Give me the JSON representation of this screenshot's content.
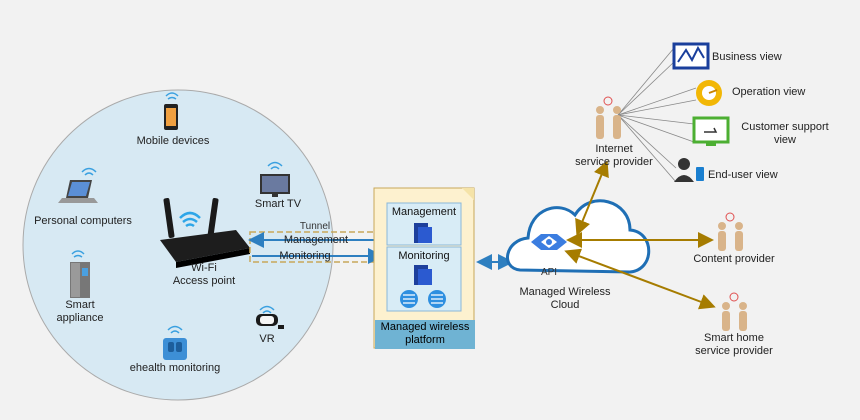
{
  "devices": {
    "mobile": "Mobile devices",
    "smart_tv": "Smart TV",
    "personal_computers": "Personal computers",
    "wifi_ap_line1": "Wi-Fi",
    "wifi_ap_line2": "Access point",
    "smart_appliance_line1": "Smart",
    "smart_appliance_line2": "appliance",
    "vr": "VR",
    "ehealth": "ehealth monitoring"
  },
  "links": {
    "tunnel": "Tunnel",
    "management": "Management",
    "monitoring": "Monitoring"
  },
  "platform": {
    "management": "Management",
    "monitoring": "Monitoring",
    "caption_line1": "Managed wireless",
    "caption_line2": "platform"
  },
  "cloud": {
    "api": "API",
    "label_line1": "Managed Wireless",
    "label_line2": "Cloud"
  },
  "providers": {
    "isp_line1": "Internet",
    "isp_line2": "service provider",
    "content": "Content provider",
    "smarthome_line1": "Smart home",
    "smarthome_line2": "service provider"
  },
  "views": {
    "business": "Business view",
    "operation": "Operation view",
    "support_line1": "Customer support",
    "support_line2": "view",
    "enduser": "End-user view"
  },
  "colors": {
    "circle": "#d7e9f3",
    "link_gold": "#b8860b",
    "link_blue": "#2e7fc0",
    "cloud_stroke": "#1f6fb5",
    "platform_fill": "#fdf1cf"
  }
}
